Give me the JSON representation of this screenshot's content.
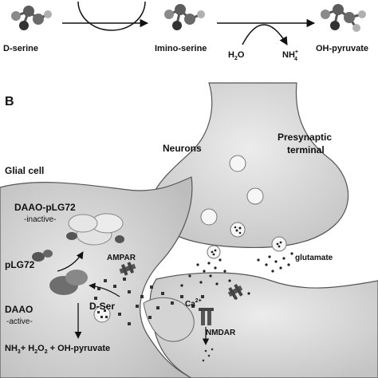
{
  "panel_a": {
    "molecule_labels": [
      "D-serine",
      "Imino-serine",
      "OH-pyruvate"
    ],
    "h2o": "H",
    "h2o_sub": "2",
    "h2o_tail": "O",
    "nh4": "NH",
    "nh4_sub": "4",
    "nh4_sup": "+"
  },
  "panel_b": {
    "letter": "B",
    "neurons": "Neurons",
    "presynaptic_line1": "Presynaptic",
    "presynaptic_line2": "terminal",
    "glial_cell": "Glial cell",
    "daao_plg72": "DAAO-pLG72",
    "inactive": "-inactive-",
    "plg72": "pLG72",
    "ampar": "AMPAR",
    "daao": "DAAO",
    "active": "-active-",
    "dser": "D-Ser",
    "ca": "Ca",
    "ca_sup": "2+",
    "glutamate": "glutamate",
    "nmdar": "NMDAR",
    "products": {
      "nh": "NH",
      "nh_sub": "3",
      "plus1": "+ H",
      "h_sub": "2",
      "o": "O",
      "o_sub": "2",
      "tail": " + OH-pyruvate"
    }
  },
  "colors": {
    "cell_fill": "#d9d9d9",
    "outline": "#555555",
    "arrow": "#111111"
  }
}
